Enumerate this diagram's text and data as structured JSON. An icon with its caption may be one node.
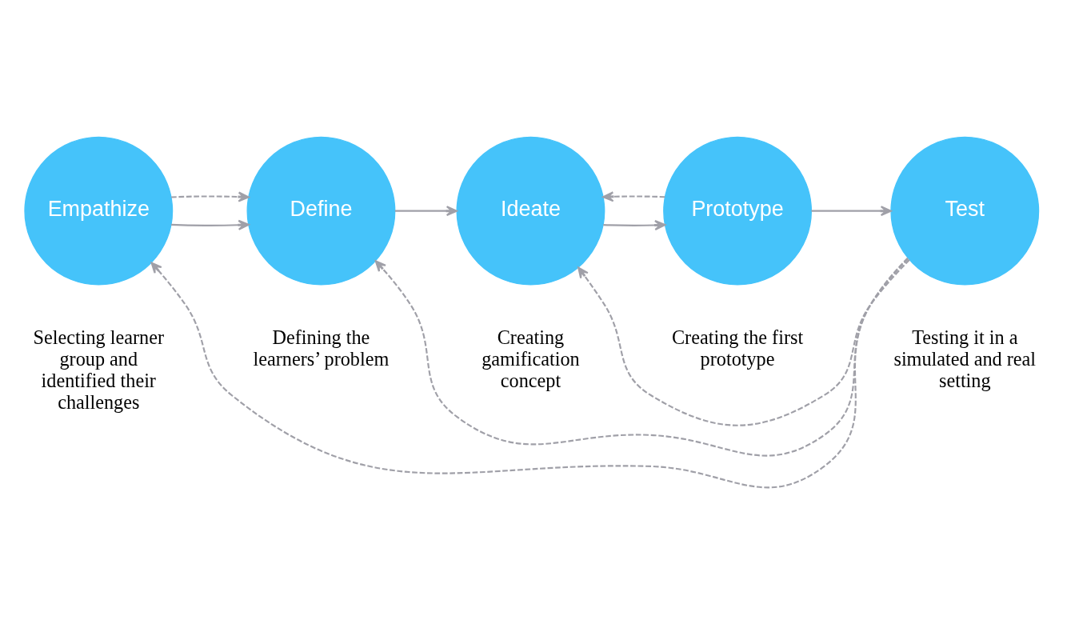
{
  "diagram": {
    "nodes": [
      {
        "text": [
          "Empathize"
        ],
        "beside": [
          "Selecting learner group and identified their challenges"
        ]
      },
      {
        "text": [
          "Define"
        ],
        "beside": [
          "Defining the learners’ problem"
        ]
      },
      {
        "text": [
          "Ideate"
        ],
        "beside": [
          "Creating gamification concept"
        ]
      },
      {
        "text": [
          "Prototype"
        ],
        "beside": [
          "Creating the first prototype"
        ]
      },
      {
        "text": [
          "Test"
        ],
        "beside": [
          "Testing it in a simulated and real setting"
        ]
      }
    ],
    "edges": [
      {
        "from": 0,
        "to": 1,
        "arrow": "to"
      },
      {
        "from": 1,
        "to": 2,
        "arrow": "to"
      },
      {
        "from": 2,
        "to": 3,
        "arrow": "to"
      },
      {
        "from": 3,
        "to": 4,
        "arrow": "to"
      },
      {
        "from": 0,
        "to": 1,
        "arrow": "to",
        "style": "dashed"
      },
      {
        "from": 4,
        "to": 0,
        "arrow": "to",
        "style": "dashed"
      },
      {
        "from": 4,
        "to": 2,
        "arrow": "to",
        "style": "dashed"
      },
      {
        "from": 3,
        "to": 2,
        "arrow": "to",
        "style": "dashed"
      },
      {
        "from": 4,
        "to": 1,
        "arrow": "to",
        "style": "dashed"
      }
    ]
  }
}
